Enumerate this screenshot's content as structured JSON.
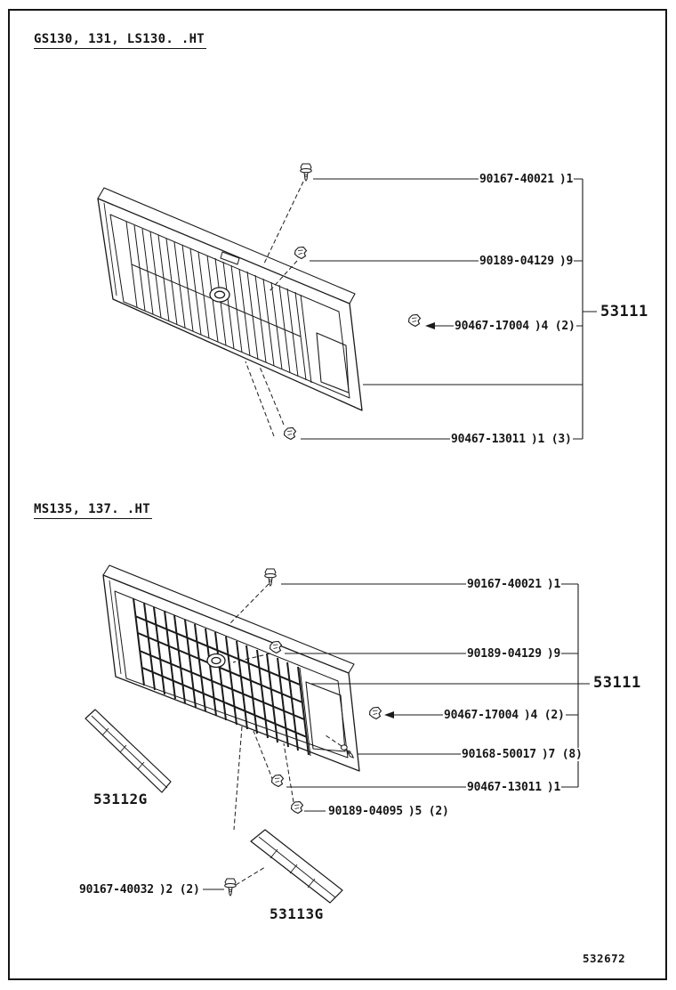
{
  "doc": {
    "number": "532672"
  },
  "icons": {
    "fasteners": [
      "bolt-icon",
      "clip-icon",
      "screw-icon"
    ]
  },
  "section1": {
    "title": "GS130, 131, LS130. .HT",
    "main_part": "53111",
    "callouts": [
      {
        "part": "90167-40021",
        "mark": ")1"
      },
      {
        "part": "90189-04129",
        "mark": ")9"
      },
      {
        "part": "90467-17004",
        "mark": ")4 (2)"
      },
      {
        "part": "90467-13011",
        "mark": ")1 (3)"
      }
    ]
  },
  "section2": {
    "title": "MS135, 137. .HT",
    "main_part": "53111",
    "callouts": [
      {
        "part": "90167-40021",
        "mark": ")1"
      },
      {
        "part": "90189-04129",
        "mark": ")9"
      },
      {
        "part": "90467-17004",
        "mark": ")4 (2)"
      },
      {
        "part": "90168-50017",
        "mark": ")7 (8)"
      },
      {
        "part": "90467-13011",
        "mark": ")1"
      },
      {
        "part": "90189-04095",
        "mark": ")5 (2)"
      },
      {
        "part": "90167-40032",
        "mark": ")2 (2)"
      }
    ],
    "sub_parts": [
      {
        "part": "53112G"
      },
      {
        "part": "53113G"
      }
    ]
  }
}
